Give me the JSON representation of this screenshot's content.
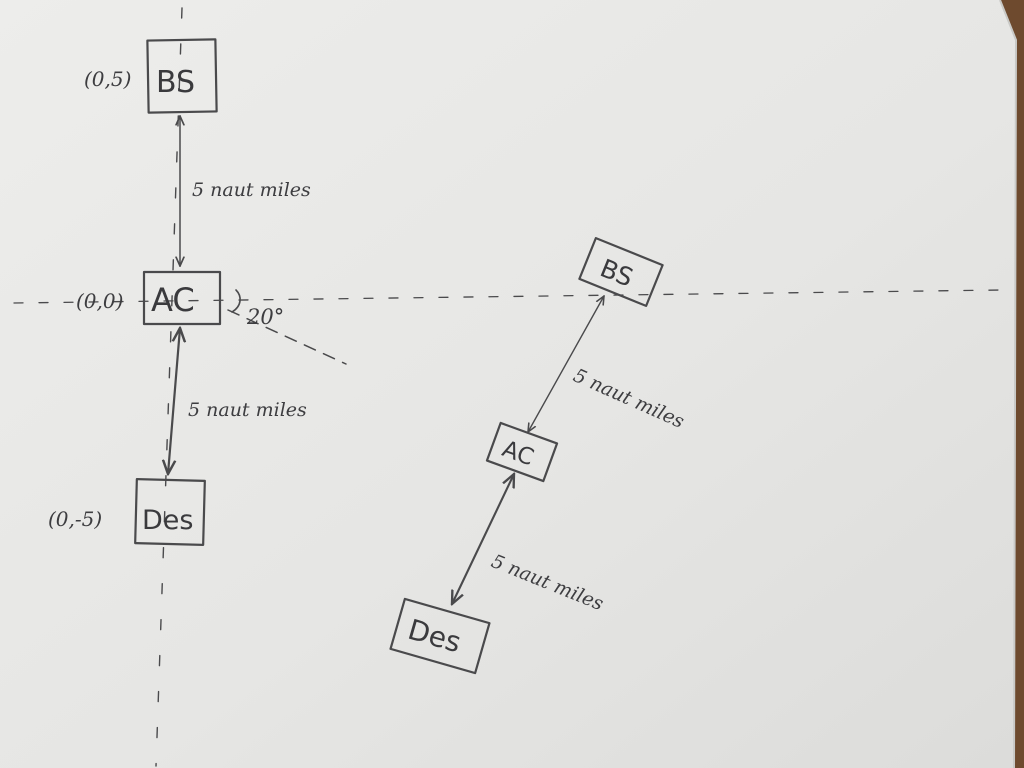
{
  "left_diagram": {
    "bs": {
      "label": "BS",
      "coord": "(0,5)"
    },
    "ac": {
      "label": "AC",
      "coord": "(0,0)"
    },
    "des": {
      "label": "Des",
      "coord": "(0,-5)"
    },
    "upper_distance": "5 naut miles",
    "lower_distance": "5 naut miles",
    "angle": "20°"
  },
  "right_diagram": {
    "bs": {
      "label": "BS"
    },
    "ac": {
      "label": "AC"
    },
    "des": {
      "label": "Des"
    },
    "upper_distance": "5 naut miles",
    "lower_distance": "5 naut miles"
  },
  "colors": {
    "paper": "#e9e9e7",
    "pencil": "#4a4a4c",
    "desk": "#6e4a2e"
  }
}
